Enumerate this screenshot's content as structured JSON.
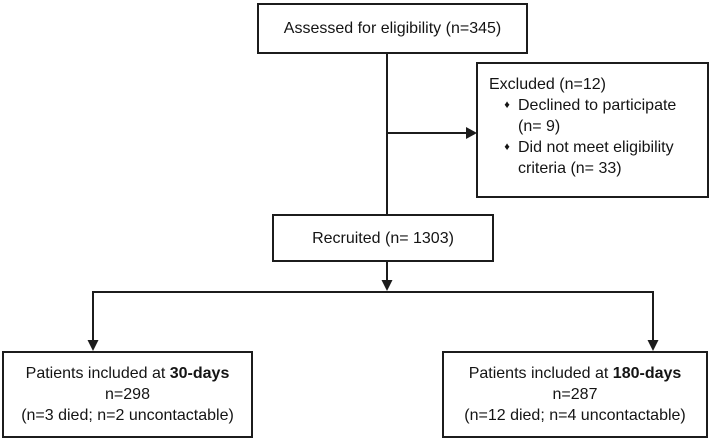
{
  "figure": {
    "background": "#ffffff",
    "line_color": "#1c1c1c",
    "text_color": "#141414",
    "boxes": {
      "assessed": {
        "label": "Assessed for eligibility (n=345)"
      },
      "excluded": {
        "title": "Excluded (n=12)",
        "bullet_glyph": "♦",
        "items": [
          "Declined to participate (n= 9)",
          "Did not meet eligibility criteria (n= 33)"
        ]
      },
      "recruited": {
        "label": "Recruited (n= 1303)"
      },
      "included_30": {
        "prefix": "Patients included at ",
        "timepoint": "30-days",
        "count": "n=298",
        "note": "(n=3 died; n=2 uncontactable)"
      },
      "included_180": {
        "prefix": "Patients included at ",
        "timepoint": "180-days",
        "count": "n=287",
        "note": "(n=12 died; n=4 uncontactable)"
      }
    }
  }
}
